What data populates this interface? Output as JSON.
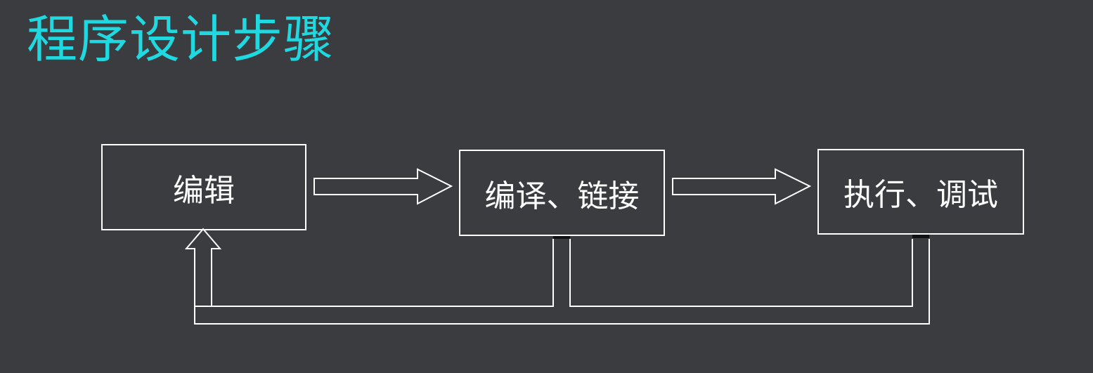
{
  "title": "程序设计步骤",
  "steps": [
    {
      "label": "编辑"
    },
    {
      "label": "编译、链接"
    },
    {
      "label": "执行、调试"
    }
  ],
  "colors": {
    "background": "#3b3c40",
    "title": "#1fd8e0",
    "lines": "#ffffff"
  }
}
